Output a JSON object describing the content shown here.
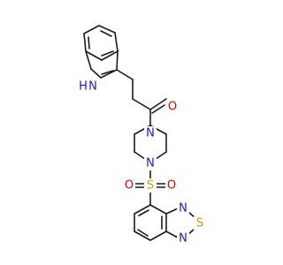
{
  "molecule": {
    "atoms": {
      "nh": {
        "text": "H",
        "secondary": "N",
        "color": "#1a1acc"
      },
      "o": {
        "text": "O",
        "color": "#e00000"
      },
      "n_pip_top": {
        "text": "N",
        "color": "#1a1acc"
      },
      "n_pip_bottom": {
        "text": "N",
        "color": "#1a1acc"
      },
      "s_sulfonyl": {
        "text": "S",
        "color": "#c8a000"
      },
      "o_sulf_left": {
        "text": "O",
        "color": "#e00000"
      },
      "o_sulf_right": {
        "text": "O",
        "color": "#e00000"
      },
      "n_thiad_top": {
        "text": "N",
        "color": "#1a1acc"
      },
      "s_thiad": {
        "text": "S",
        "color": "#c8a000"
      },
      "n_thiad_bottom": {
        "text": "N",
        "color": "#1a1acc"
      }
    }
  }
}
